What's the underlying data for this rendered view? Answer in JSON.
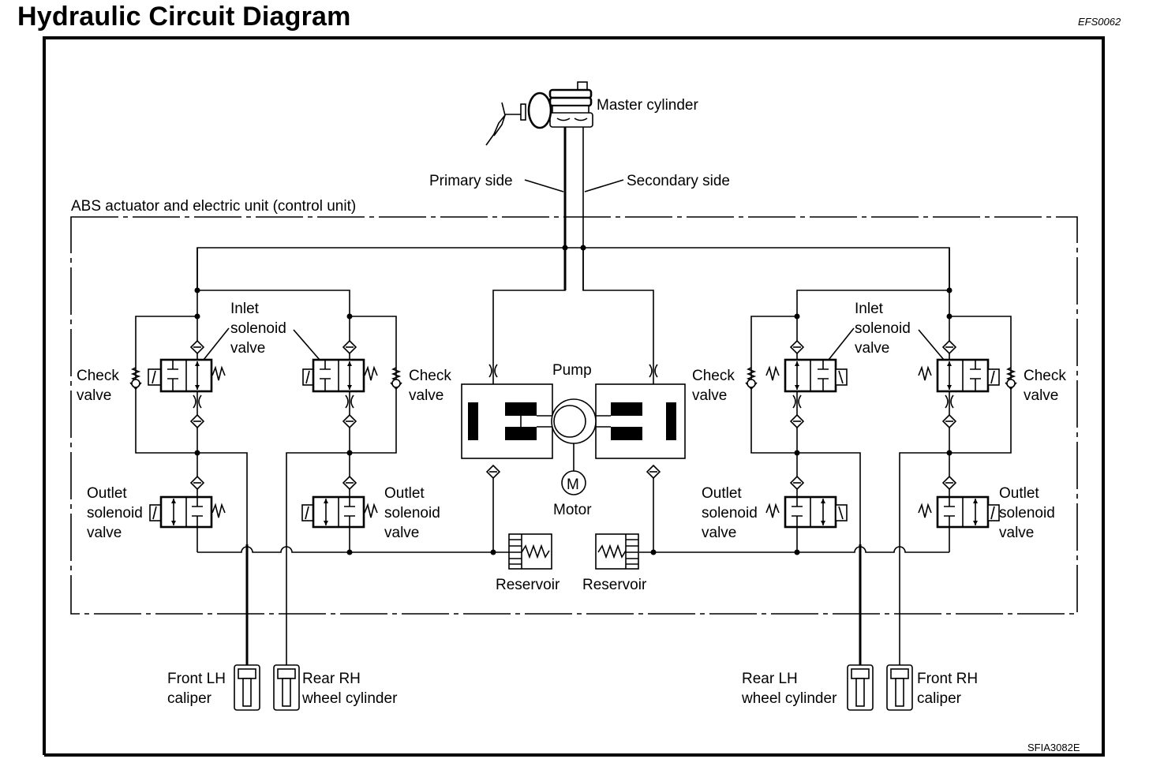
{
  "header": {
    "title": "Hydraulic Circuit Diagram",
    "ref_code": "EFS0062"
  },
  "figure_code": "SFIA3082E",
  "labels": {
    "master_cylinder": "Master cylinder",
    "primary_side": "Primary side",
    "secondary_side": "Secondary side",
    "abs_unit": "ABS actuator and electric unit (control unit)",
    "pump": "Pump",
    "motor": "Motor",
    "motor_symbol": "M",
    "reservoir_left": "Reservoir",
    "reservoir_right": "Reservoir",
    "inlet_left": [
      "Inlet",
      "solenoid",
      "valve"
    ],
    "inlet_right": [
      "Inlet",
      "solenoid",
      "valve"
    ],
    "check_1": [
      "Check",
      "valve"
    ],
    "check_2": [
      "Check",
      "valve"
    ],
    "check_3": [
      "Check",
      "valve"
    ],
    "check_4": [
      "Check",
      "valve"
    ],
    "outlet_1": [
      "Outlet",
      "solenoid",
      "valve"
    ],
    "outlet_2": [
      "Outlet",
      "solenoid",
      "valve"
    ],
    "outlet_3": [
      "Outlet",
      "solenoid",
      "valve"
    ],
    "outlet_4": [
      "Outlet",
      "solenoid",
      "valve"
    ]
  },
  "wheels": [
    {
      "line1": "Front LH",
      "line2": "caliper"
    },
    {
      "line1": "Rear RH",
      "line2": "wheel cylinder"
    },
    {
      "line1": "Rear LH",
      "line2": "wheel cylinder"
    },
    {
      "line1": "Front RH",
      "line2": "caliper"
    }
  ]
}
